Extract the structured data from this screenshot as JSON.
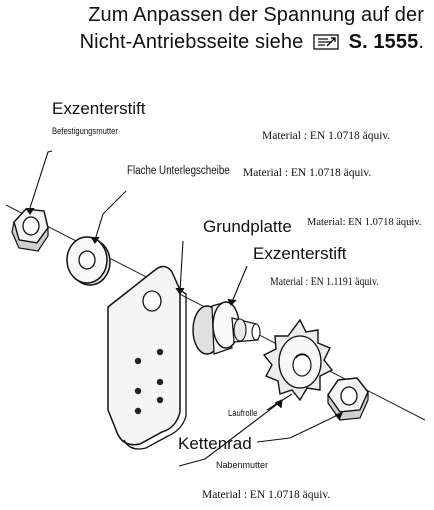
{
  "header": {
    "line1": "Zum Anpassen der Spannung auf der",
    "line2_prefix": "Nicht-Antriebsseite siehe",
    "line2_ref": "S. 1555",
    "line2_suffix": ".",
    "ref_icon": "page-reference-icon"
  },
  "labels": {
    "exzenterstift_top": "Exzenterstift",
    "befestigungsmutter": "Befestigungsmutter",
    "flache_unterlegscheibe": "Flache Unterlegscheibe",
    "grundplatte": "Grundplatte",
    "exzenterstift_mid": "Exzenterstift",
    "laufrolle": "Laufrolle",
    "kettenrad": "Kettenrad",
    "nabenmutter": "Nabenmutter"
  },
  "materials": {
    "mat1": "Material : EN 1.0718 äquiv.",
    "mat2": "Material : EN 1.0718 äquiv.",
    "mat3": "Material: EN 1.0718 äquiv.",
    "mat4": "Material : EN 1.1191 äquiv.",
    "mat5": "Material : EN 1.0718 äquiv."
  }
}
